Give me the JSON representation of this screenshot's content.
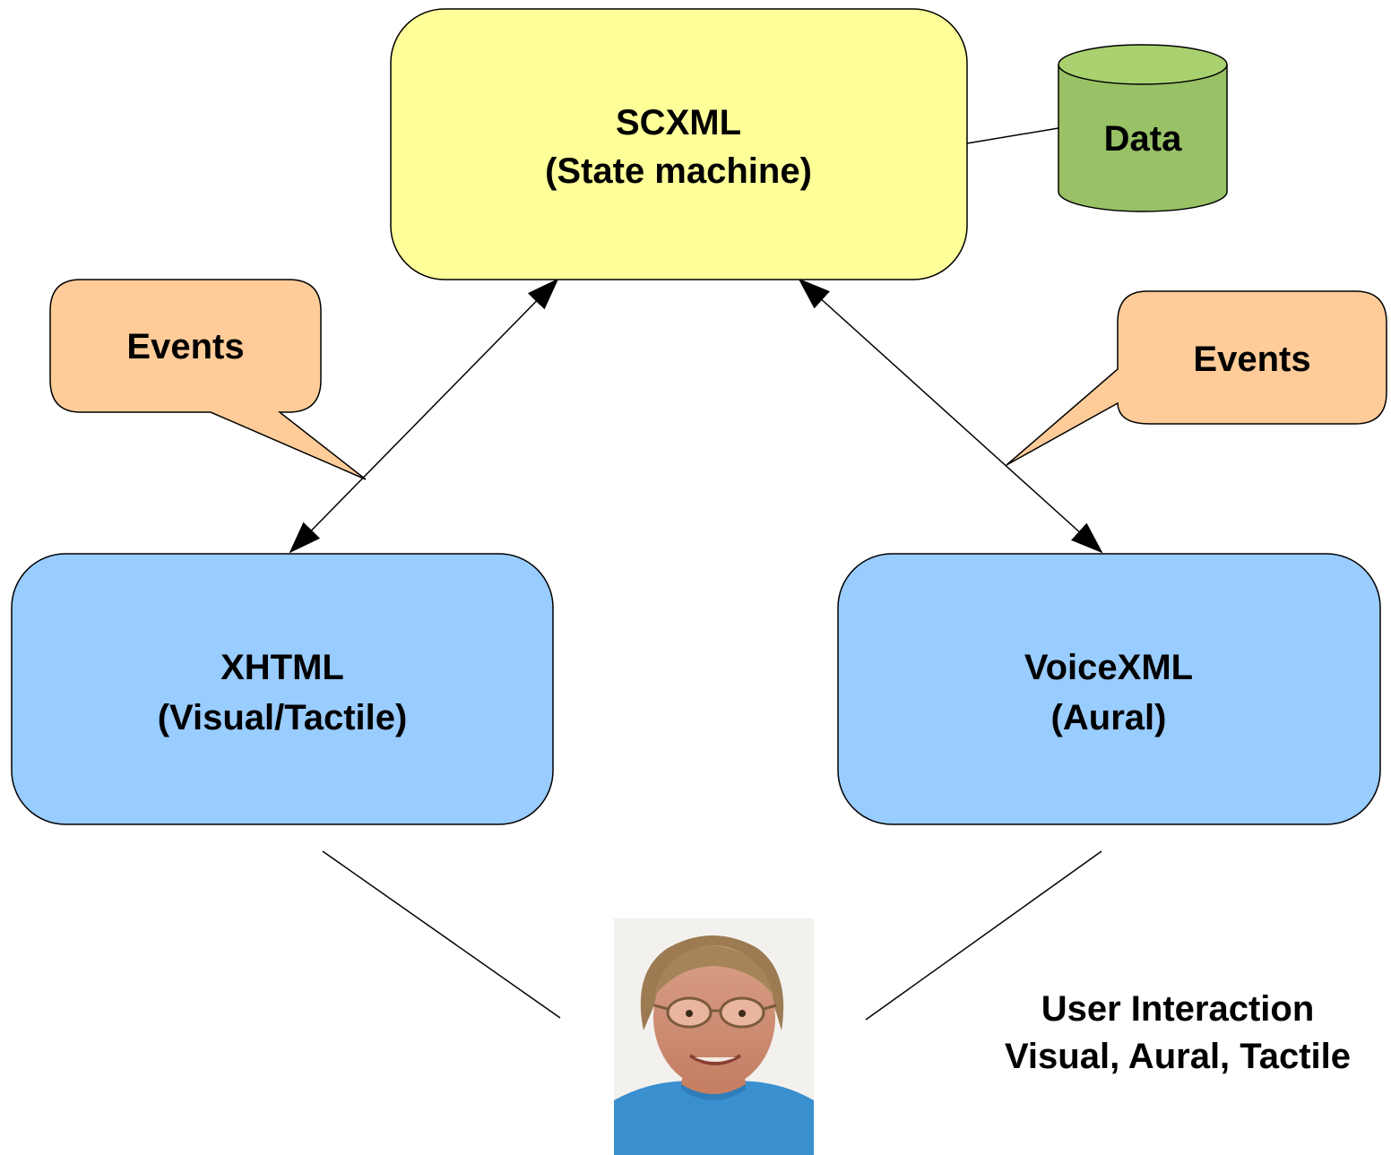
{
  "nodes": {
    "scxml": {
      "line1": "SCXML",
      "line2": "(State machine)",
      "fill": "#ffff99"
    },
    "data": {
      "label": "Data",
      "fill": "#99c166"
    },
    "xhtml": {
      "line1": "XHTML",
      "line2": "(Visual/Tactile)",
      "fill": "#99ccff"
    },
    "voicexml": {
      "line1": "VoiceXML",
      "line2": "(Aural)",
      "fill": "#99ccff"
    }
  },
  "callouts": {
    "left": {
      "label": "Events",
      "fill": "#ffcc99"
    },
    "right": {
      "label": "Events",
      "fill": "#ffcc99"
    }
  },
  "user": {
    "line1": "User Interaction",
    "line2": "Visual, Aural, Tactile",
    "photo_icon": "user-photo"
  },
  "colors": {
    "stroke": "#000000",
    "background": "#ffffff"
  }
}
